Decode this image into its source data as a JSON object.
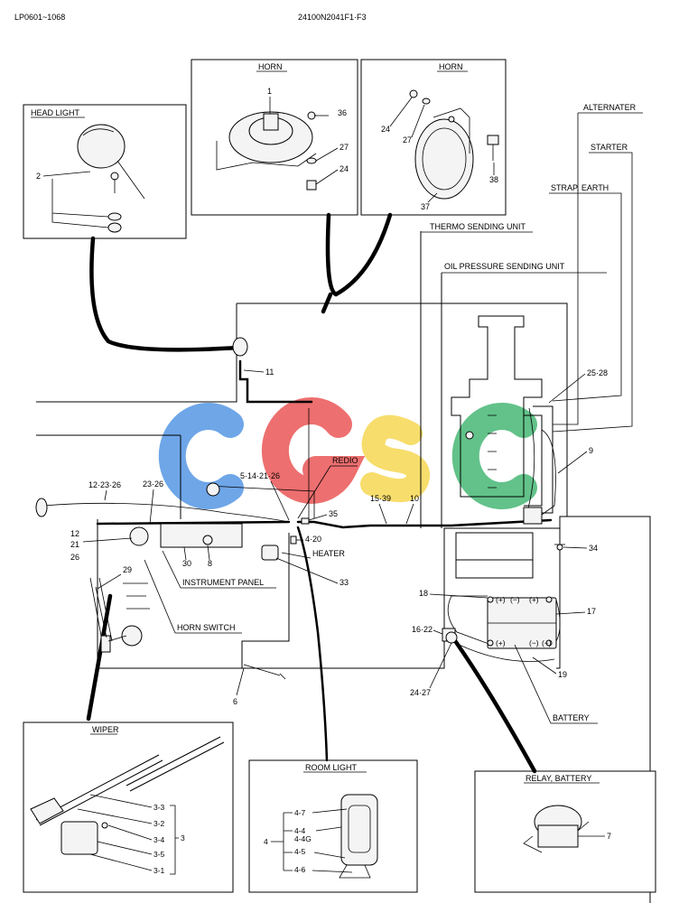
{
  "header": {
    "left": "LP0601~1068",
    "center": "24100N2041F1·F3"
  },
  "watermark": {
    "letters": [
      "C",
      "G",
      "S",
      "C"
    ],
    "colors": [
      "#4a90e2",
      "#e94b4b",
      "#f5d547",
      "#3bb36b"
    ]
  },
  "boxes": {
    "headlight": {
      "title": "HEAD LIGHT",
      "parts": [
        "2"
      ]
    },
    "horn1": {
      "title": "HORN",
      "parts": [
        "1",
        "36",
        "27",
        "24"
      ]
    },
    "horn2": {
      "title": "HORN",
      "parts": [
        "24",
        "27",
        "38",
        "37"
      ]
    },
    "wiper": {
      "title": "WIPER",
      "parts": [
        "3-3",
        "3-2",
        "3-4",
        "3-5",
        "3-1",
        "3"
      ]
    },
    "roomlight": {
      "title": "ROOM LIGHT",
      "parts": [
        "4-7",
        "4-4",
        "4-4G",
        "4-5",
        "4-6",
        "4"
      ]
    },
    "relay": {
      "title": "RELAY, BATTERY",
      "parts": [
        "7"
      ]
    }
  },
  "callouts": {
    "alternater": "ALTERNATER",
    "starter": "STARTER",
    "strap_earth": "STRAP, EARTH",
    "thermo": "THERMO SENDING UNIT",
    "oil": "OIL PRESSURE SENDING UNIT",
    "redio": "REDIO",
    "heater": "HEATER",
    "instrument_panel": "INSTRUMENT PANEL",
    "horn_switch": "HORN SWITCH",
    "battery": "BATTERY"
  },
  "numbers": {
    "n11": "11",
    "n25_28": "25·28",
    "n9": "9",
    "n12_23_26": "12·23·26",
    "n23_26": "23·26",
    "n5_14": "5·14·21·26",
    "n15_39": "15·39",
    "n10": "10",
    "n35": "35",
    "n12": "12",
    "n21": "21",
    "n26": "26",
    "n4_20": "4·20",
    "n34": "34",
    "n30": "30",
    "n8": "8",
    "n33": "33",
    "n29": "29",
    "n18": "18",
    "n17": "17",
    "n16_22": "16·22",
    "n19": "19",
    "n24_27": "24·27",
    "n6": "6",
    "batt_pos1": "(+)",
    "batt_neg1": "(−)",
    "batt_pos2": "(+)",
    "batt_neg2": "(−)",
    "batt_pos3": "(+)",
    "batt_neg3": "(−)"
  }
}
